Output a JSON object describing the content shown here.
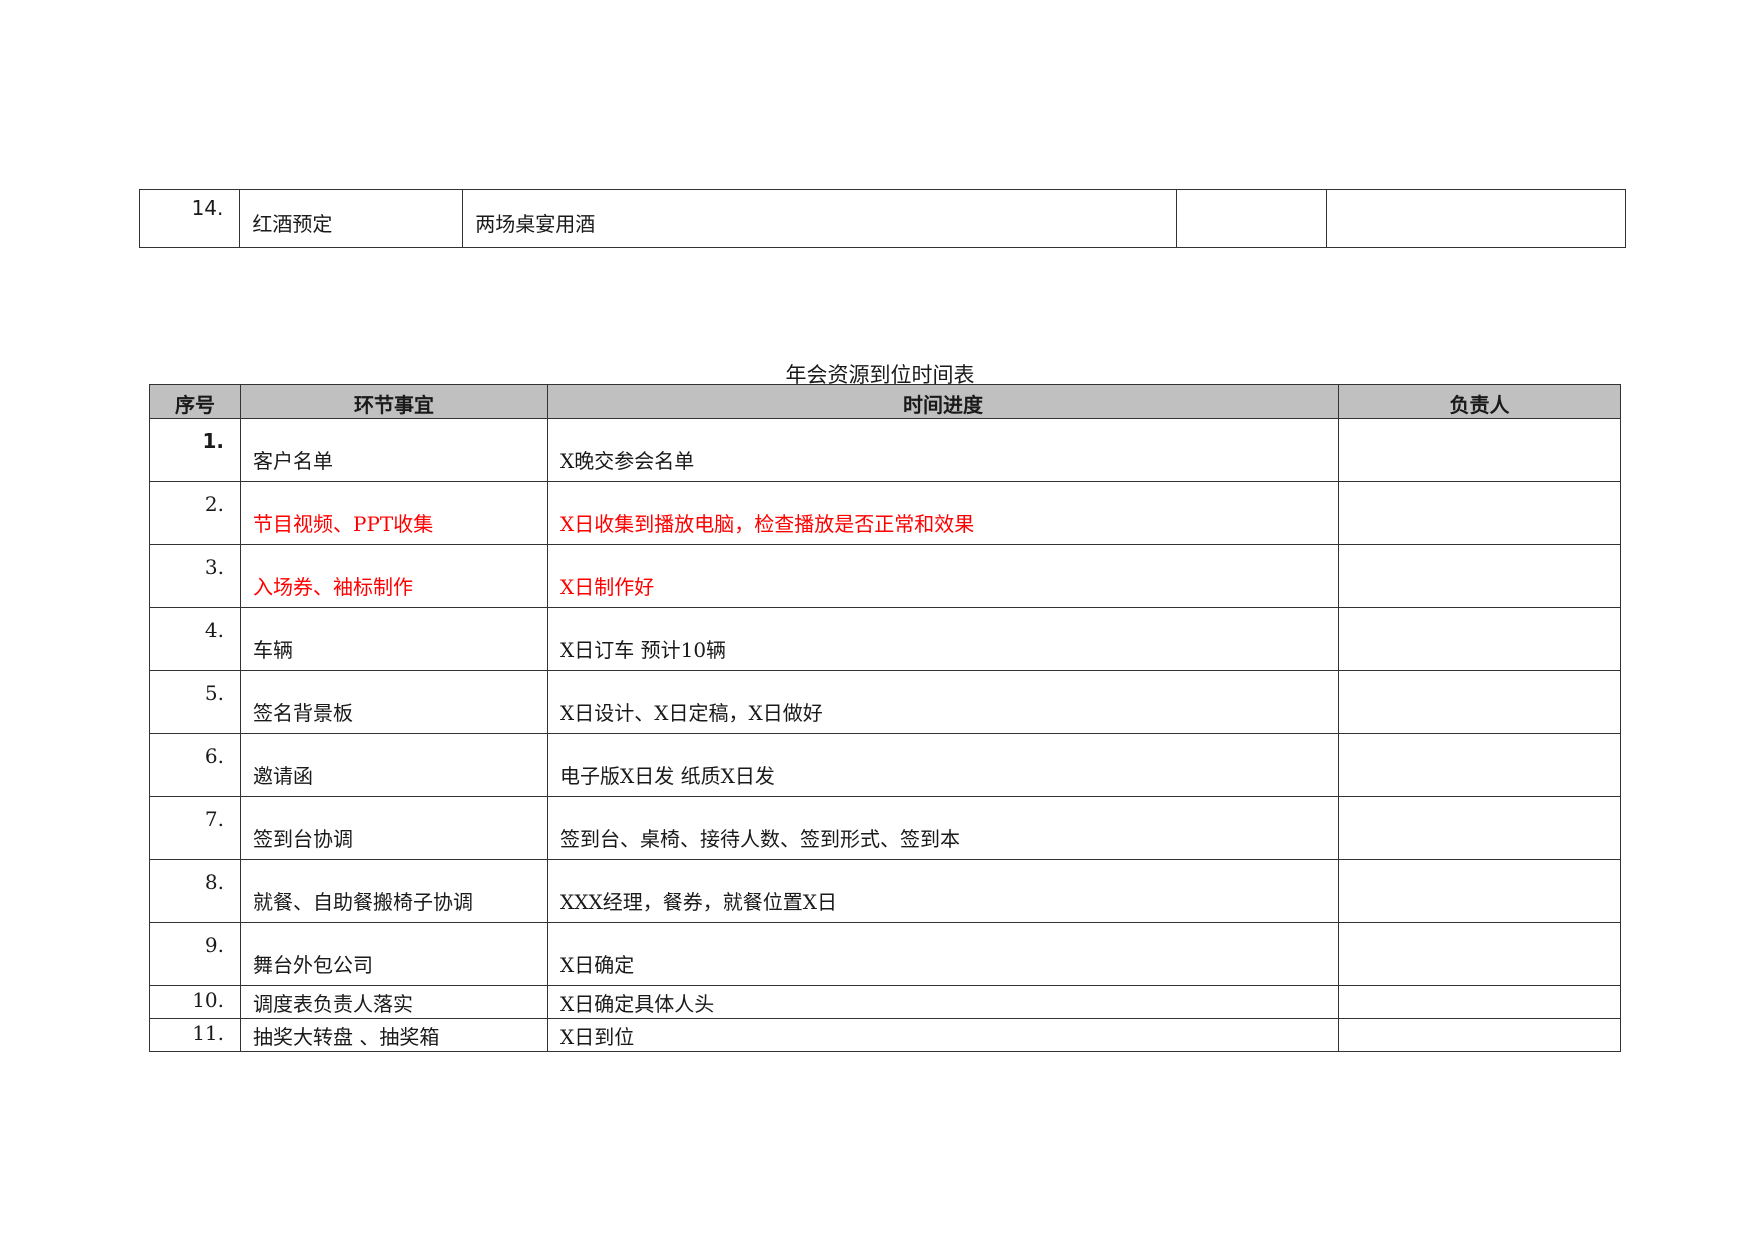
{
  "top_table": {
    "row": {
      "num": "14.",
      "item": "红酒预定",
      "progress": "两场桌宴用酒",
      "c4": "",
      "c5": ""
    }
  },
  "caption": "年会资源到位时间表",
  "table": {
    "headers": [
      "序号",
      "环节事宜",
      "时间进度",
      "负责人"
    ],
    "rows": [
      {
        "num": "1.",
        "item": "客户名单",
        "progress": "X晚交参会名单",
        "owner": ""
      },
      {
        "num": "2.",
        "item": "节目视频、PPT收集",
        "progress": "X日收集到播放电脑，检查播放是否正常和效果",
        "owner": ""
      },
      {
        "num": "3.",
        "item": "入场券、袖标制作",
        "progress": "X日制作好",
        "owner": ""
      },
      {
        "num": "4.",
        "item": "车辆",
        "progress": "X日订车 预计10辆",
        "owner": ""
      },
      {
        "num": "5.",
        "item": "签名背景板",
        "progress": "X日设计、X日定稿，X日做好",
        "owner": ""
      },
      {
        "num": "6.",
        "item": "邀请函",
        "progress": "电子版X日发 纸质X日发",
        "owner": ""
      },
      {
        "num": "7.",
        "item": "签到台协调",
        "progress": "签到台、桌椅、接待人数、签到形式、签到本",
        "owner": ""
      },
      {
        "num": "8.",
        "item": "就餐、自助餐搬椅子协调",
        "progress": "XXX经理，餐券，就餐位置X日",
        "owner": ""
      },
      {
        "num": "9.",
        "item": "舞台外包公司",
        "progress": "X日确定",
        "owner": ""
      },
      {
        "num": "10.",
        "item": "调度表负责人落实",
        "progress": "X日确定具体人头",
        "owner": ""
      },
      {
        "num": "11.",
        "item": "抽奖大转盘 、抽奖箱",
        "progress": "X日到位",
        "owner": ""
      }
    ]
  },
  "colors": {
    "highlight": "#ff0000",
    "header_bg": "#c0c0c0"
  }
}
